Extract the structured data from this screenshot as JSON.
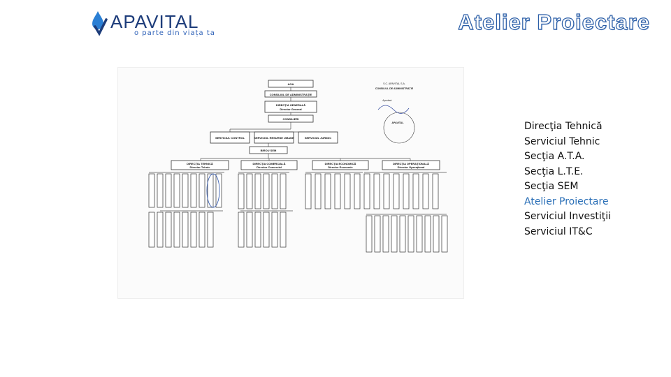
{
  "logo": {
    "text": "APAVITAL",
    "tagline": "o parte din viața ta",
    "accent": "#2f62b8"
  },
  "title": "Atelier Proiectare",
  "org_chart": {
    "top": "AGA",
    "board": "CONSILIUL DE ADMINISTRAȚIE",
    "general": {
      "name": "DIRECȚIA GENERALĂ",
      "sub": "Director General"
    },
    "advisory": "CONSILIERI",
    "services": [
      "SERVICIUL CONTROL",
      "SERVICIUL RESURSE UMANE",
      "SERVICIUL JURIDIC"
    ],
    "bureau": "BIROU SEM",
    "directions": [
      {
        "name": "DIRECȚIA TEHNICĂ",
        "sub": "Director Tehnic"
      },
      {
        "name": "DIRECȚIA COMERCIALĂ",
        "sub": "Director Comercial"
      },
      {
        "name": "DIRECȚIA ECONOMICĂ",
        "sub": "Director Economic"
      },
      {
        "name": "DIRECȚIA OPERAȚIONALĂ",
        "sub": "Director Operațional"
      }
    ],
    "stamp": {
      "company": "S.C. APAVITAL S.A.",
      "board": "CONSILIUL DE ADMINISTRAȚIE",
      "approved": "Aprobat:",
      "brand": "APAVITAL"
    }
  },
  "list": [
    {
      "text": "Direcţia Tehnică",
      "accent": false
    },
    {
      "text": "Serviciul Tehnic",
      "accent": false
    },
    {
      "text": "Secţia A.T.A.",
      "accent": false
    },
    {
      "text": "Secţia L.T.E.",
      "accent": false
    },
    {
      "text": "Secţia SEM",
      "accent": false
    },
    {
      "text": "Atelier Proiectare",
      "accent": true
    },
    {
      "text": "Serviciul Investiţii",
      "accent": false
    },
    {
      "text": "Serviciul IT&C",
      "accent": false
    }
  ],
  "colors": {
    "title_stroke": "#2b5ea7",
    "accent_text": "#2a6fb7",
    "drop": "#2a7fd4"
  }
}
